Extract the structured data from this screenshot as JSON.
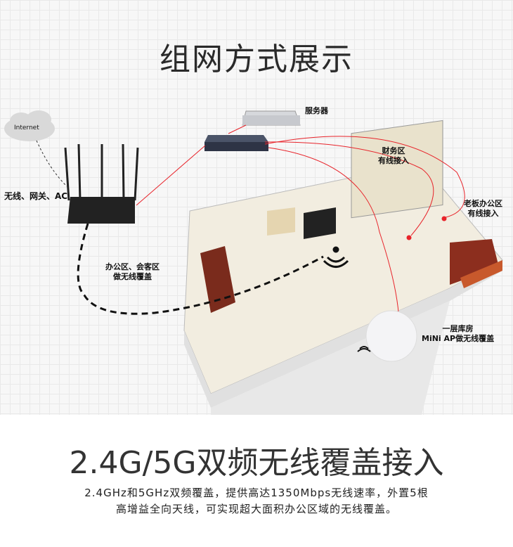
{
  "title": "组网方式展示",
  "diagram": {
    "internet": "Internet",
    "server": "服务器",
    "router_label": "无线、网关、AC",
    "finance": [
      "财务区",
      "有线接入"
    ],
    "boss": [
      "老板办公区",
      "有线接入"
    ],
    "office": [
      "办公区、会客区",
      "做无线覆盖"
    ],
    "warehouse": [
      "一层库房",
      "MiNi AP做无线覆盖"
    ],
    "colors": {
      "wired": "#e8232a",
      "wireless": "#111111"
    }
  },
  "headline": "2.4G/5G双频无线覆盖接入",
  "description": [
    "2.4GHz和5GHz双频覆盖，提供高达1350Mbps无线速率，外置5根",
    "高增益全向天线，可实现超大面积办公区域的无线覆盖。"
  ]
}
